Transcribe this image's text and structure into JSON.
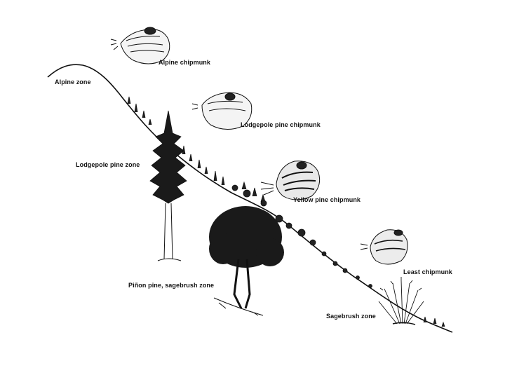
{
  "labels": {
    "alpine_chipmunk": "Alpine chipmunk",
    "alpine_zone": "Alpine zone",
    "lodgepole_chipmunk": "Lodgepole pine chipmunk",
    "lodgepole_zone": "Lodgepole pine zone",
    "yellow_pine_chipmunk": "Yellow pine chipmunk",
    "least_chipmunk": "Least chipmunk",
    "pinon_zone": "Piñon pine, sagebrush zone",
    "sagebrush_zone": "Sagebrush zone"
  },
  "colors": {
    "ink": "#111111",
    "background": "#ffffff"
  }
}
